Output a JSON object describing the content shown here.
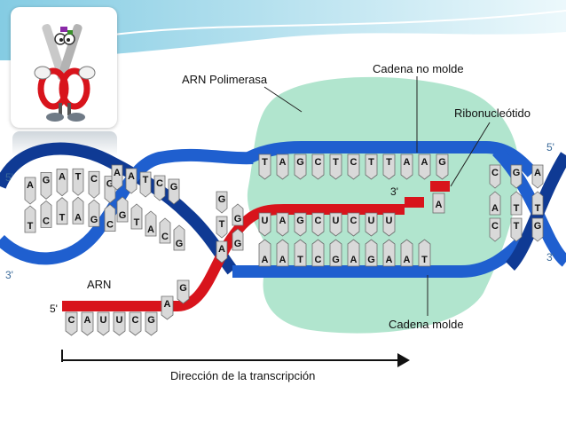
{
  "labels": {
    "polymerase": "ARN Polimerasa",
    "non_template_strand": "Cadena no molde",
    "ribonucleotide": "Ribonucleótido",
    "template_strand": "Cadena molde",
    "rna": "ARN",
    "direction": "Dirección de la transcripción",
    "five_prime_left_top": "5'",
    "three_prime_left_bottom": "3'",
    "five_prime_right_top": "5'",
    "three_prime_right_bottom": "3'",
    "rna_three_prime": "3'",
    "rna_five_prime": "5'"
  },
  "left_helix_bases": [
    {
      "a": "A",
      "b": "T"
    },
    {
      "a": "G",
      "b": "C"
    },
    {
      "a": "A",
      "b": "T"
    },
    {
      "a": "T",
      "b": "A"
    },
    {
      "a": "C",
      "b": "G"
    },
    {
      "a": "G",
      "b": "C"
    }
  ],
  "helix_top_labels": [
    "A",
    "A",
    "T",
    "C",
    "G"
  ],
  "helix_bottom_labels": [
    "G",
    "T",
    "A",
    "C",
    "G"
  ],
  "non_template_bases": [
    "T",
    "A",
    "G",
    "C",
    "T",
    "C",
    "T",
    "T",
    "A",
    "A",
    "G"
  ],
  "rna_in_bubble": [
    "U",
    "A",
    "G",
    "C",
    "U",
    "C",
    "U",
    "U"
  ],
  "template_bases": [
    "A",
    "A",
    "T",
    "C",
    "G",
    "A",
    "G",
    "A",
    "A",
    "T"
  ],
  "exiting_rna": [
    "C",
    "A",
    "U",
    "U",
    "C",
    "G",
    "A",
    "G"
  ],
  "transition_bases": [
    "G",
    "G",
    "T",
    "G",
    "A"
  ],
  "right_helix_bases": [
    "C",
    "G",
    "A",
    "A",
    "T",
    "T",
    "C",
    "T",
    "G"
  ],
  "colors": {
    "dna_strand": "#1f5fcf",
    "dna_strand_dark": "#0f3a94",
    "rna_strand": "#d8141c",
    "polymerase": "#a9e2c9",
    "base_fill": "#d9d9d9",
    "base_stroke": "#6b6b6b",
    "background_swoosh": "#9fd9ea"
  }
}
